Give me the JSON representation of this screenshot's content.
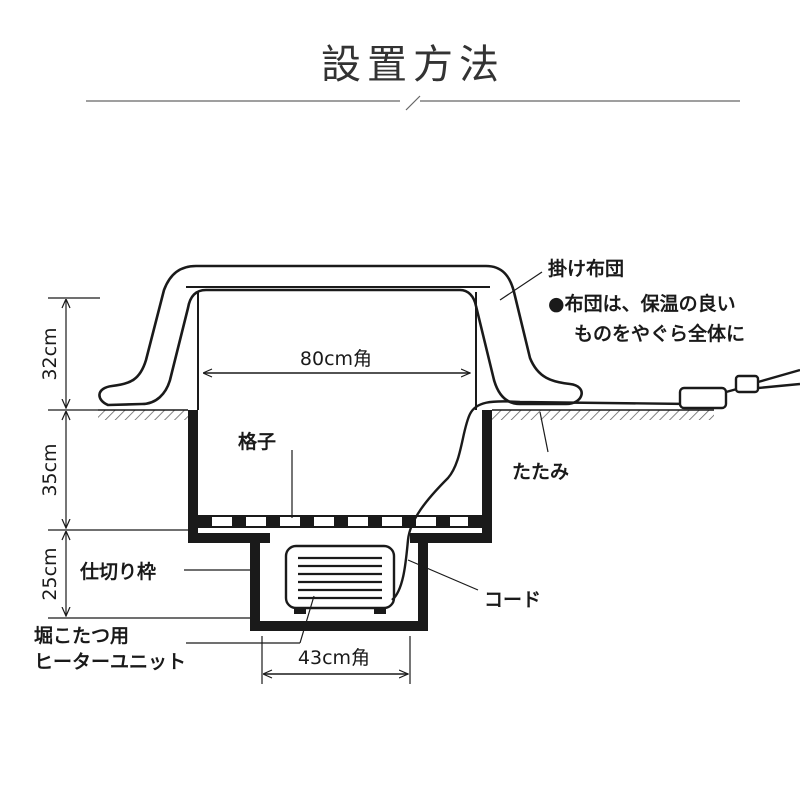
{
  "title": "設置方法",
  "colors": {
    "line": "#1a1a1a",
    "title": "#333333",
    "floor_hatch": "#666666",
    "background": "#ffffff"
  },
  "labels": {
    "kakebuton": "掛け布団",
    "note_line1": "●布団は、保温の良い",
    "note_line2": "ものをやぐら全体に",
    "tatami": "たたみ",
    "koshi": "格子",
    "shikiri_waku": "仕切り枠",
    "cord": "コード",
    "heater_line1": "堀こたつ用",
    "heater_line2": "ヒーターユニット"
  },
  "dimensions": {
    "width_top": "80cm角",
    "width_bottom": "43cm角",
    "height_top": "32cm",
    "height_middle": "35cm",
    "height_bottom": "25cm"
  }
}
